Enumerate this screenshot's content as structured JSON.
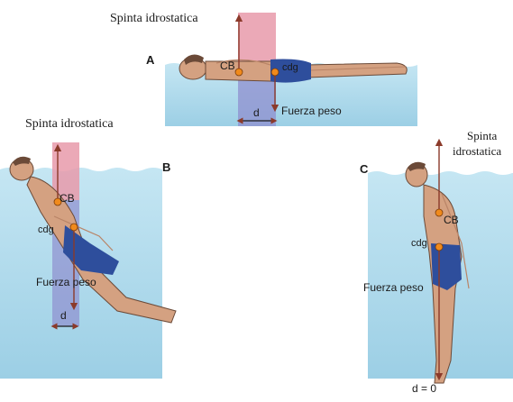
{
  "panels": {
    "a": {
      "letter": "A",
      "buoyancy": "Spinta idrostatica",
      "cb": "CB",
      "cdg": "cdg",
      "weight": "Fuerza peso",
      "d": "d"
    },
    "b": {
      "letter": "B",
      "buoyancy": "Spinta idrostatica",
      "cb": "CB",
      "cdg": "cdg",
      "weight": "Fuerza peso",
      "d": "d"
    },
    "c": {
      "letter": "C",
      "buoyancy_line1": "Spinta",
      "buoyancy_line2": "idrostatica",
      "cb": "CB",
      "cdg": "cdg",
      "weight": "Fuerza peso",
      "d": "d = 0"
    }
  },
  "colors": {
    "water_top": "#bfe3f1",
    "water_bottom": "#9fd0e6",
    "buoyancy_column": "#e89aaa",
    "weight_column": "#8f8fcf",
    "skin": "#d4a181",
    "swimsuit": "#2e4e9c",
    "point": "#f08a1c",
    "arrow": "#8b3a2a"
  }
}
